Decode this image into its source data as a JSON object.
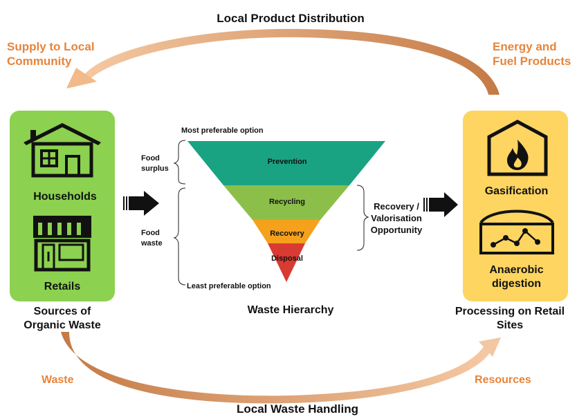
{
  "top_title": "Local Product Distribution",
  "bottom_title": "Local Waste Handling",
  "supply_label_line1": "Supply to Local",
  "supply_label_line2": "Community",
  "energy_label_line1": "Energy and",
  "energy_label_line2": "Fuel Products",
  "waste_label": "Waste",
  "resources_label": "Resources",
  "sources": {
    "households": "Households",
    "retails": "Retails",
    "caption_line1": "Sources of",
    "caption_line2": "Organic Waste"
  },
  "hierarchy": {
    "most": "Most preferable option",
    "least": "Least preferable option",
    "food_surplus_line1": "Food",
    "food_surplus_line2": "surplus",
    "food_waste_line1": "Food",
    "food_waste_line2": "waste",
    "tiers": [
      "Prevention",
      "Recycling",
      "Recovery",
      "Disposal"
    ],
    "caption": "Waste Hierarchy",
    "recovery_line1": "Recovery /",
    "recovery_line2": "Valorisation",
    "recovery_line3": "Opportunity"
  },
  "processing": {
    "gasification": "Gasification",
    "anaerobic_line1": "Anaerobic",
    "anaerobic_line2": "digestion",
    "caption_line1": "Processing on Retail",
    "caption_line2": "Sites"
  },
  "colors": {
    "green_box": "#8cd14f",
    "yellow_box": "#fdd560",
    "orange_text": "#e8843a",
    "prevention": "#1aa383",
    "recycling": "#8cbf4a",
    "recovery": "#f5a11c",
    "disposal": "#d93a32"
  }
}
